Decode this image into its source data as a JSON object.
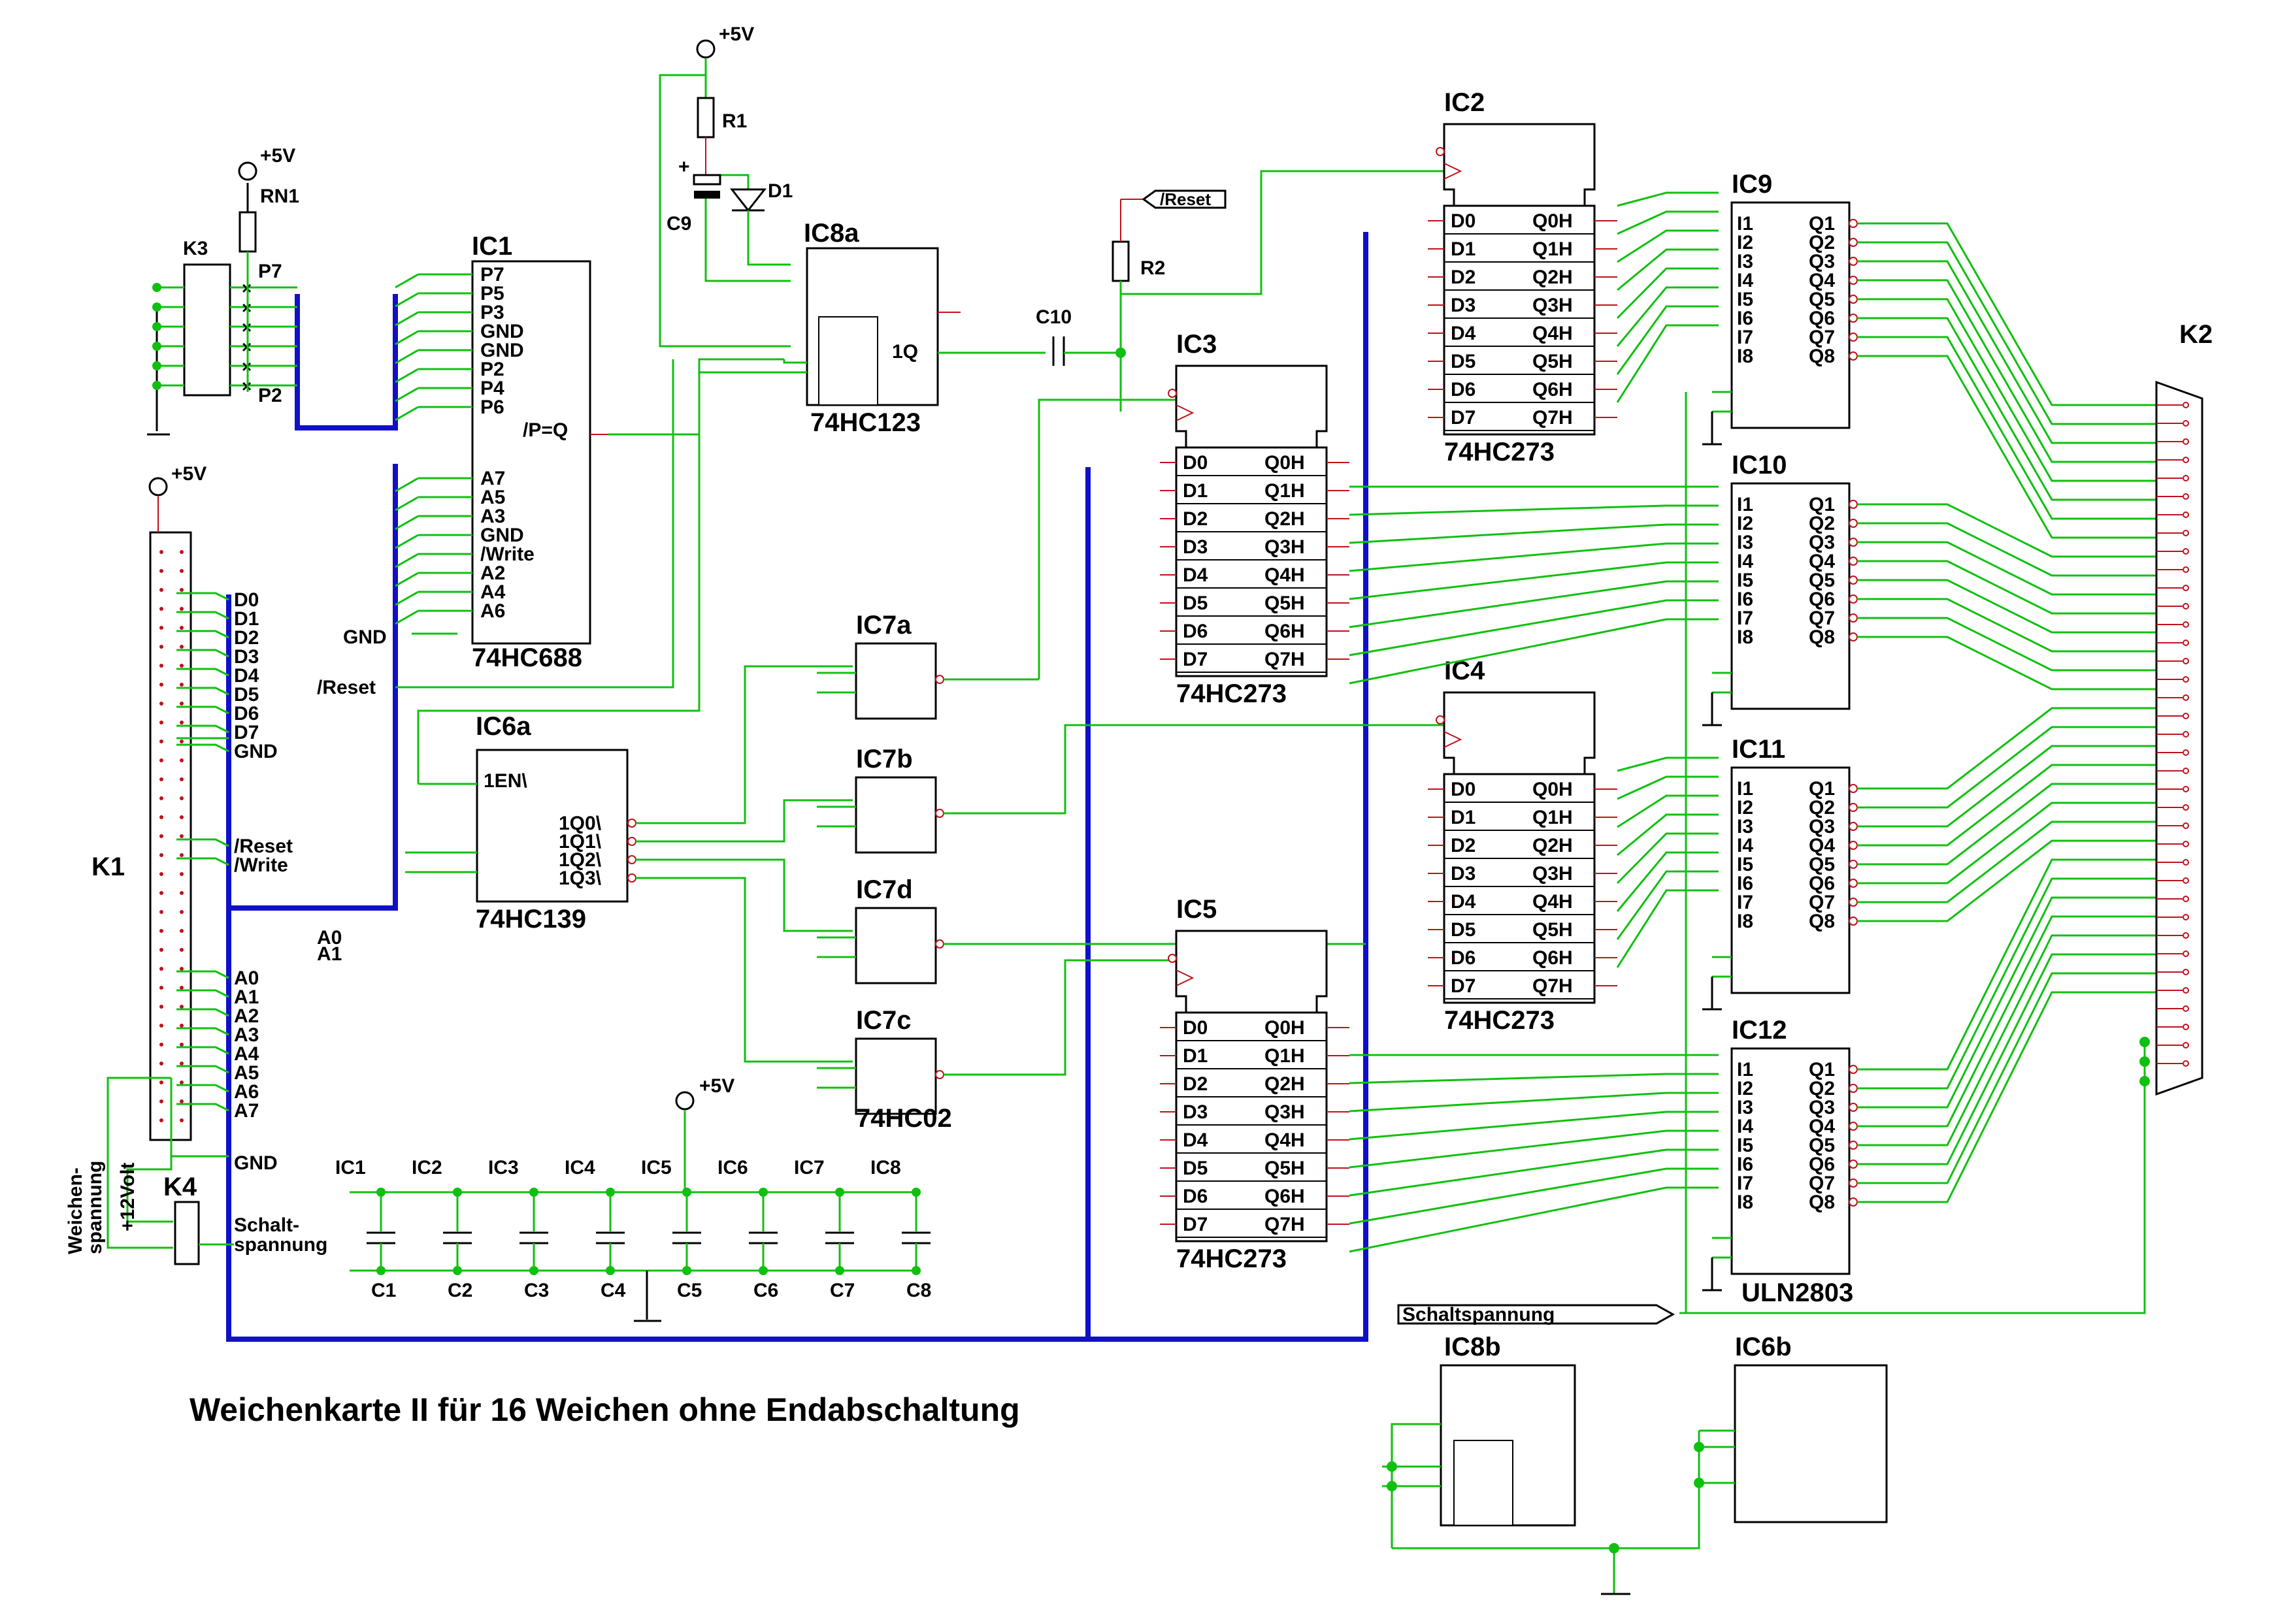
{
  "title": "Weichenkarte II für 16 Weichen ohne Endabschaltung",
  "power": {
    "vcc": "+5V"
  },
  "colors": {
    "wire": "#10c010",
    "bus": "#1010c8",
    "pin": "#c0101a",
    "outline": "#000000"
  },
  "ic1": {
    "name": "IC1",
    "type": "74HC688",
    "pins": [
      "P7",
      "P5",
      "P3",
      "GND",
      "GND",
      "P2",
      "P4",
      "P6",
      "A7",
      "A5",
      "A3",
      "GND",
      "/Write",
      "A2",
      "A4",
      "A6"
    ],
    "out": "/P=Q"
  },
  "ic6a": {
    "name": "IC6a",
    "type": "74HC139",
    "en": "1EN\\",
    "outs": [
      "1Q0\\",
      "1Q1\\",
      "1Q2\\",
      "1Q3\\"
    ]
  },
  "ic8a": {
    "name": "IC8a",
    "type": "74HC123",
    "out": "1Q"
  },
  "ic7": {
    "names": [
      "IC7a",
      "IC7b",
      "IC7d",
      "IC7c"
    ],
    "type": "74HC02"
  },
  "latch": {
    "type": "74HC273",
    "d": [
      "D0",
      "D1",
      "D2",
      "D3",
      "D4",
      "D5",
      "D6",
      "D7"
    ],
    "q": [
      "Q0H",
      "Q1H",
      "Q2H",
      "Q3H",
      "Q4H",
      "Q5H",
      "Q6H",
      "Q7H"
    ],
    "names": [
      "IC2",
      "IC3",
      "IC4",
      "IC5"
    ]
  },
  "drivers": {
    "names": [
      "IC9",
      "IC10",
      "IC11",
      "IC12"
    ],
    "type": "ULN2803",
    "in": [
      "I1",
      "I2",
      "I3",
      "I4",
      "I5",
      "I6",
      "I7",
      "I8"
    ],
    "out": [
      "Q1",
      "Q2",
      "Q3",
      "Q4",
      "Q5",
      "Q6",
      "Q7",
      "Q8"
    ]
  },
  "k1": {
    "name": "K1",
    "data": [
      "D0",
      "D1",
      "D2",
      "D3",
      "D4",
      "D5",
      "D6",
      "D7",
      "GND"
    ],
    "ctrl": [
      "/Reset",
      "/Write"
    ],
    "addr": [
      "A0",
      "A1",
      "A2",
      "A3",
      "A4",
      "A5",
      "A6",
      "A7"
    ],
    "gnd": "GND"
  },
  "k2": {
    "name": "K2"
  },
  "k3": {
    "name": "K3",
    "p_top": "P7",
    "p_bot": "P2"
  },
  "k4": {
    "name": "K4",
    "left1": "Weichen-",
    "left2": "spannung",
    "left3": "+12Volt",
    "right1": "Schalt-",
    "right2": "spannung"
  },
  "parts": {
    "rn1": "RN1",
    "r1": "R1",
    "r2": "R2",
    "d1": "D1",
    "c9": "C9",
    "c10": "C10",
    "reset": "/Reset",
    "schalt": "Schaltspannung"
  },
  "labels": {
    "gnd": "GND",
    "reset": "/Reset",
    "a0": "A0",
    "a1": "A1"
  },
  "caps": {
    "ics": [
      "IC1",
      "IC2",
      "IC3",
      "IC4",
      "IC5",
      "IC6",
      "IC7",
      "IC8"
    ],
    "caps": [
      "C1",
      "C2",
      "C3",
      "C4",
      "C5",
      "C6",
      "C7",
      "C8"
    ]
  },
  "ic8b": {
    "name": "IC8b"
  },
  "ic6b": {
    "name": "IC6b"
  }
}
